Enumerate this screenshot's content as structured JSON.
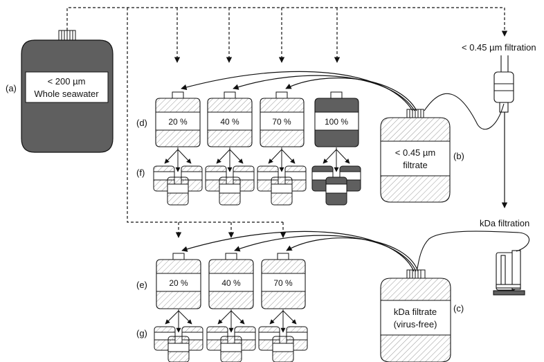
{
  "panels": {
    "a": "(a)",
    "b": "(b)",
    "c": "(c)",
    "d": "(d)",
    "e": "(e)",
    "f": "(f)",
    "g": "(g)"
  },
  "seawater_bottle": {
    "line1": "< 200 µm",
    "line2": "Whole seawater"
  },
  "filtrate_045": {
    "line1": "< 0.45 µm",
    "line2": "filtrate"
  },
  "filtrate_kda": {
    "line1": "kDa filtrate",
    "line2": "(virus-free)"
  },
  "process_labels": {
    "filtration_045": "< 0.45 µm filtration",
    "filtration_kda": "kDa filtration"
  },
  "row_d": [
    "20 %",
    "40 %",
    "70 %",
    "100 %"
  ],
  "row_e": [
    "20 %",
    "40 %",
    "70 %"
  ],
  "colors": {
    "dark_fill": "#5f5f5f",
    "line": "#111111",
    "hatch": "#9a9a9a"
  }
}
